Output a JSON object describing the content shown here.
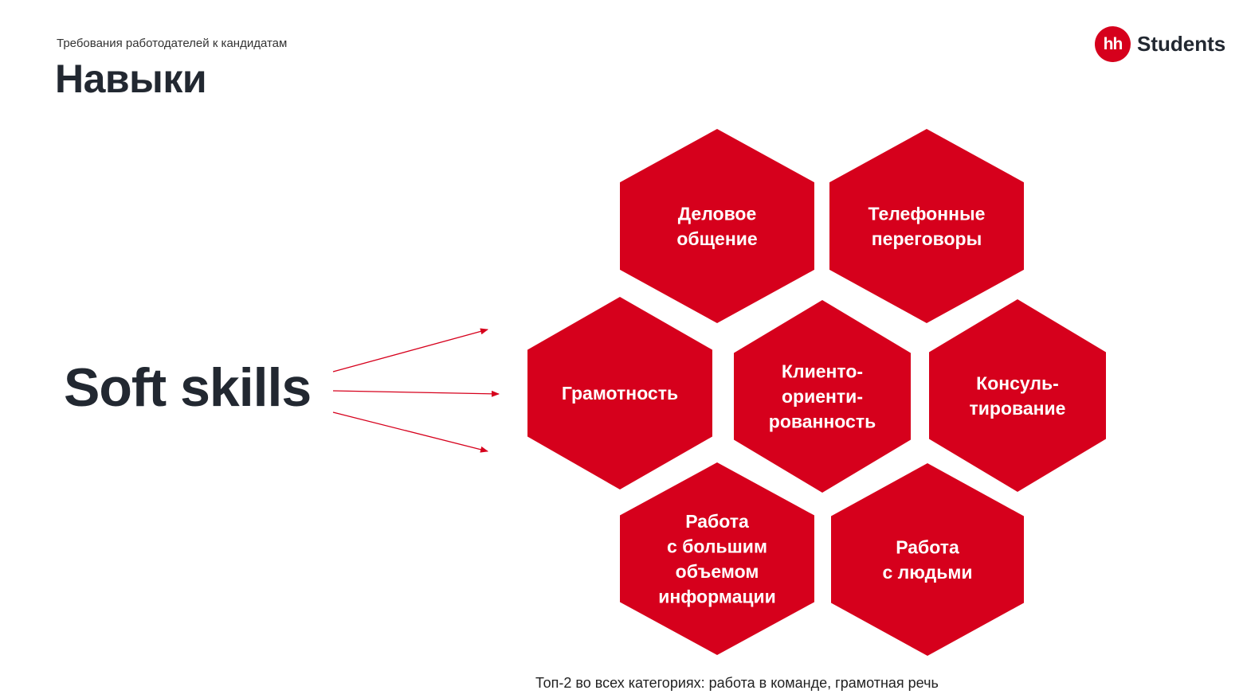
{
  "header": {
    "subtitle": "Требования работодателей к кандидатам",
    "title": "Навыки"
  },
  "logo": {
    "mark": "hh",
    "text": "Students"
  },
  "left_label": "Soft skills",
  "skills": [
    {
      "id": "delovoe",
      "lines": [
        "Деловое",
        "общение"
      ]
    },
    {
      "id": "telefonnye",
      "lines": [
        "Телефонные",
        "переговоры"
      ]
    },
    {
      "id": "gramotnost",
      "lines": [
        "Грамотность"
      ]
    },
    {
      "id": "kliento",
      "lines": [
        "Клиенто-",
        "ориенти-",
        "рованность"
      ]
    },
    {
      "id": "konsul",
      "lines": [
        "Консуль-",
        "тирование"
      ]
    },
    {
      "id": "rabota-info",
      "lines": [
        "Работа",
        "с большим",
        "объемом",
        "информации"
      ]
    },
    {
      "id": "rabota-ludi",
      "lines": [
        "Работа",
        "с людьми"
      ]
    }
  ],
  "footnote": "Топ-2 во всех категориях: работа в команде, грамотная речь",
  "colors": {
    "accent": "#d6001c",
    "dark": "#222831"
  }
}
